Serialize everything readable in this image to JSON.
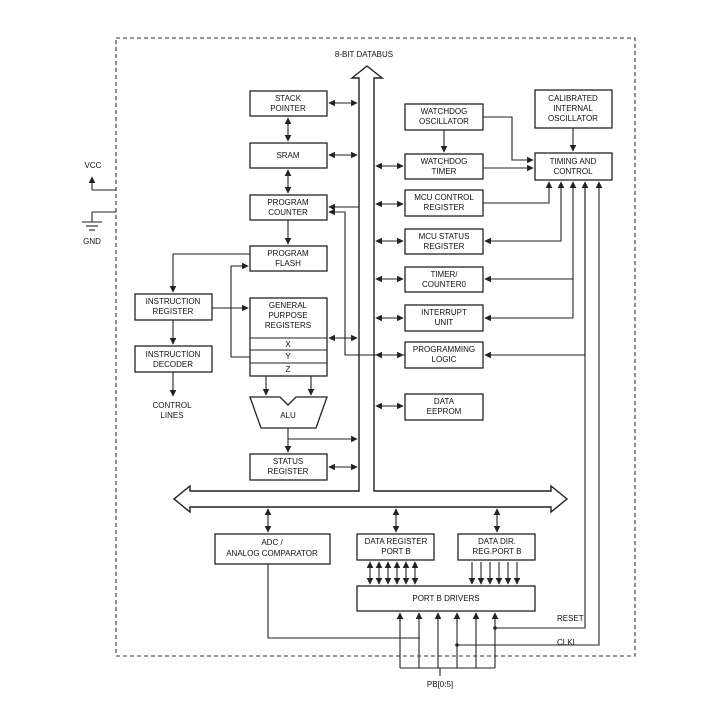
{
  "diagram": {
    "databus_label": "8-BIT DATABUS",
    "vcc_label": "VCC",
    "gnd_label": "GND",
    "blocks": {
      "stack_pointer": [
        "STACK",
        "POINTER"
      ],
      "sram": [
        "SRAM"
      ],
      "program_counter": [
        "PROGRAM",
        "COUNTER"
      ],
      "program_flash": [
        "PROGRAM",
        "FLASH"
      ],
      "instruction_register": [
        "INSTRUCTION",
        "REGISTER"
      ],
      "instruction_decoder": [
        "INSTRUCTION",
        "DECODER"
      ],
      "control_lines": [
        "CONTROL",
        "LINES"
      ],
      "gpr": [
        "GENERAL",
        "PURPOSE",
        "REGISTERS"
      ],
      "gpr_rows": [
        "X",
        "Y",
        "Z"
      ],
      "alu": [
        "ALU"
      ],
      "status_register": [
        "STATUS",
        "REGISTER"
      ],
      "watchdog_oscillator": [
        "WATCHDOG",
        "OSCILLATOR"
      ],
      "watchdog_timer": [
        "WATCHDOG",
        "TIMER"
      ],
      "calibrated_oscillator": [
        "CALIBRATED",
        "INTERNAL",
        "OSCILLATOR"
      ],
      "timing_control": [
        "TIMING AND",
        "CONTROL"
      ],
      "mcu_control": [
        "MCU CONTROL",
        "REGISTER"
      ],
      "mcu_status": [
        "MCU STATUS",
        "REGISTER"
      ],
      "timer_counter": [
        "TIMER/",
        "COUNTER0"
      ],
      "interrupt_unit": [
        "INTERRUPT",
        "UNIT"
      ],
      "programming_logic": [
        "PROGRAMMING",
        "LOGIC"
      ],
      "data_eeprom": [
        "DATA",
        "EEPROM"
      ],
      "adc": [
        "ADC /",
        "ANALOG COMPARATOR"
      ],
      "data_register_portb": [
        "DATA REGISTER",
        "PORT B"
      ],
      "data_dir_portb": [
        "DATA DIR.",
        "REG.PORT B"
      ],
      "portb_drivers": [
        "PORT B DRIVERS"
      ]
    },
    "reset_label": "RESET",
    "clki_label": "CLKI",
    "pins_label": "PB[0:5]"
  }
}
